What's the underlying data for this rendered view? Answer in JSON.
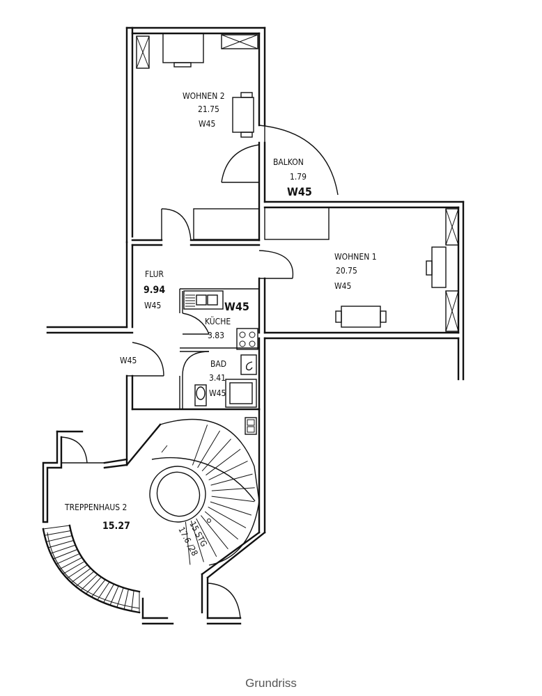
{
  "caption": "Grundriss",
  "rooms": {
    "wohnen2": {
      "name": "WOHNEN 2",
      "area": "21.75",
      "code": "W45"
    },
    "balkon": {
      "name": "BALKON",
      "area": "1.79",
      "code": "W45"
    },
    "wohnen1": {
      "name": "WOHNEN 1",
      "area": "20.75",
      "code": "W45"
    },
    "flur": {
      "name": "FLUR",
      "area": "9.94",
      "code": "W45"
    },
    "kueche": {
      "name": "KÜCHE",
      "area": "3.83",
      "code": "W45"
    },
    "bad": {
      "name": "BAD",
      "area": "3.41",
      "code": "W45"
    },
    "hall": {
      "code": "W45"
    },
    "treppenhaus": {
      "name": "TREPPENHAUS 2",
      "area": "15.27"
    },
    "stair": {
      "steps": "15 STG",
      "ratio": "17.6 /28"
    }
  },
  "colors": {
    "line": "#111111",
    "caption": "#555555",
    "background": "#ffffff"
  }
}
